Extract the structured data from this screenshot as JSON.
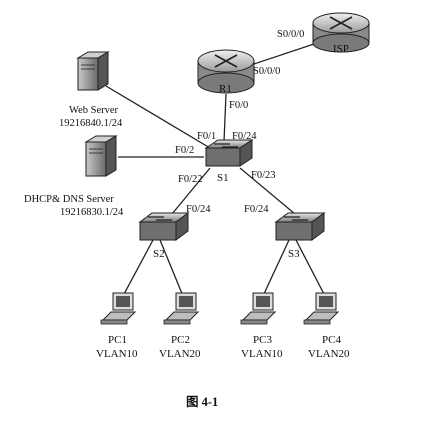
{
  "devices": {
    "isp": "ISP",
    "r1": "R1",
    "s1": "S1",
    "s2": "S2",
    "s3": "S3",
    "web": {
      "name": "Web Server",
      "ip": "19216840.1/24"
    },
    "dhcp": {
      "name": "DHCP& DNS Server",
      "ip": "19216830.1/24"
    },
    "pcs": [
      {
        "name": "PC1",
        "vlan": "VLAN10"
      },
      {
        "name": "PC2",
        "vlan": "VLAN20"
      },
      {
        "name": "PC3",
        "vlan": "VLAN10"
      },
      {
        "name": "PC4",
        "vlan": "VLAN20"
      }
    ]
  },
  "ports": {
    "isp_s000": "S0/0/0",
    "r1_s000": "S0/0/0",
    "r1_f00": "F0/0",
    "s1_f01": "F0/1",
    "s1_f024": "F0/24",
    "s1_f02": "F0/2",
    "s1_f022": "F0/22",
    "s1_f023": "F0/23",
    "s2_f024": "F0/24",
    "s3_f024": "F0/24"
  },
  "caption": "图 4-1"
}
